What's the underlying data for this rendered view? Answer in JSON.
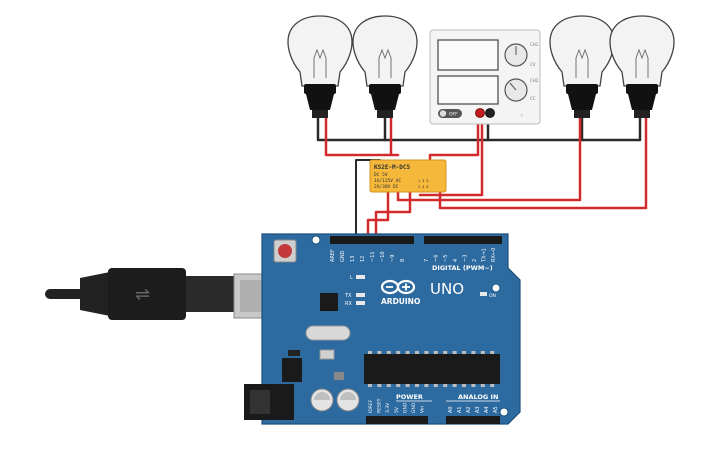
{
  "relay": {
    "model": "KS2E-M-DC5",
    "line1": "DC 5V",
    "line2": "1A/125V AC",
    "line3": "2A/30V DC",
    "pins": "1 3 5",
    "pins2": "2 4 6"
  },
  "power_supply": {
    "switch_label": "OFF",
    "knob_top_label_a": "CH1",
    "knob_top_label_b": "CV",
    "knob_bottom_label_a": "CH2",
    "knob_bottom_label_b": "CC"
  },
  "arduino": {
    "brand": "ARDUINO",
    "model": "UNO",
    "digital_label": "DIGITAL (PWM~)",
    "power_label": "POWER",
    "analog_label": "ANALOG IN",
    "on_label": "ON",
    "led_l": "L",
    "led_tx": "TX",
    "led_rx": "RX",
    "top_pins": [
      "AREF",
      "GND",
      "13",
      "12",
      "~11",
      "~10",
      "~9",
      "8",
      "7",
      "~6",
      "~5",
      "4",
      "~3",
      "2",
      "TX→1",
      "RX←0"
    ],
    "power_pins": [
      "IOREF",
      "RESET",
      "3.3V",
      "5V",
      "GND",
      "GND",
      "Vin"
    ],
    "analog_pins": [
      "A0",
      "A1",
      "A2",
      "A3",
      "A4",
      "A5"
    ]
  },
  "colors": {
    "board": "#2c6aa0",
    "relay": "#f5b83a",
    "wire_red": "#d22a2a",
    "wire_black": "#2a2a2a"
  }
}
